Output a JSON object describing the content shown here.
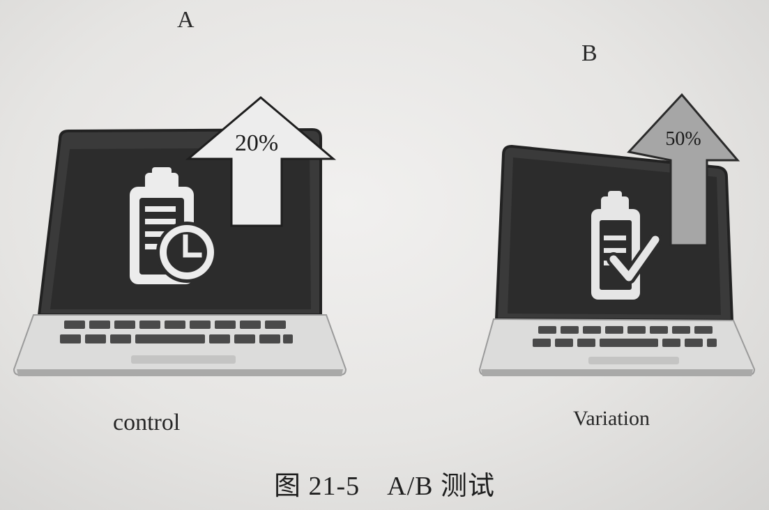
{
  "panels": [
    {
      "label": "A",
      "percent": "20%",
      "caption": "control"
    },
    {
      "label": "B",
      "percent": "50%",
      "caption": "Variation"
    }
  ],
  "figure_caption": "图 21-5　A/B 测试"
}
